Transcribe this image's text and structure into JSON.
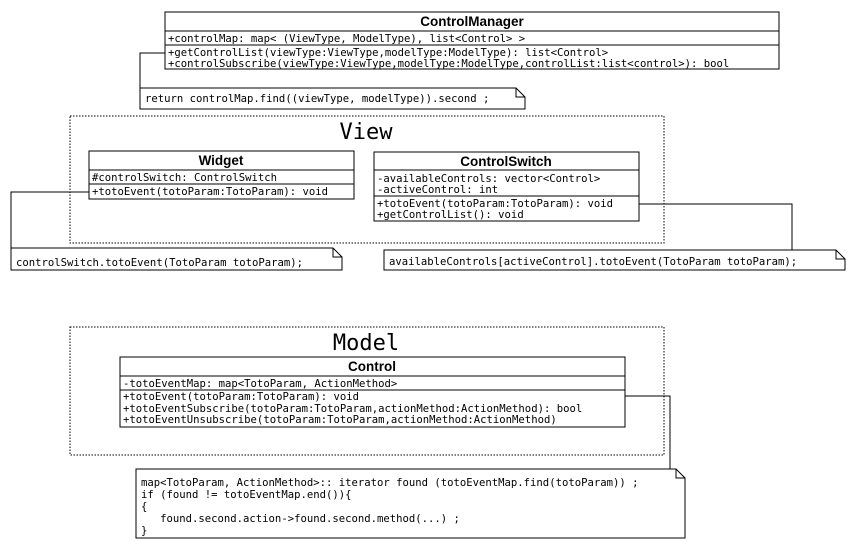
{
  "packages": {
    "view": "View",
    "model": "Model"
  },
  "classes": {
    "control_manager": {
      "name": "ControlManager",
      "attributes": [
        "+controlMap: map< (ViewType, ModelType), list<Control> >"
      ],
      "operations": [
        "+getControlList(viewType:ViewType,modelType:ModelType): list<Control>",
        "+controlSubscribe(viewType:ViewType,modelType:ModelType,controlList:list<control>): bool"
      ]
    },
    "widget": {
      "name": "Widget",
      "attributes": [
        "#controlSwitch: ControlSwitch"
      ],
      "operations": [
        "+totoEvent(totoParam:TotoParam): void"
      ]
    },
    "control_switch": {
      "name": "ControlSwitch",
      "attributes": [
        "-availableControls: vector<Control>",
        "-activeControl: int"
      ],
      "operations": [
        "+totoEvent(totoParam:TotoParam): void",
        "+getControlList(): void"
      ]
    },
    "control": {
      "name": "Control",
      "attributes": [
        "-totoEventMap: map<TotoParam, ActionMethod>"
      ],
      "operations": [
        "+totoEvent(totoParam:TotoParam): void",
        "+totoEventSubscribe(totoParam:TotoParam,actionMethod:ActionMethod): bool",
        "+totoEventUnsubscribe(totoParam:TotoParam,actionMethod:ActionMethod)"
      ]
    }
  },
  "notes": {
    "control_manager_note": [
      "return controlMap.find((viewType, modelType)).second ;"
    ],
    "widget_note": [
      "controlSwitch.totoEvent(TotoParam totoParam);"
    ],
    "control_switch_note": [
      "availableControls[activeControl].totoEvent(TotoParam totoParam);"
    ],
    "control_note": [
      "map<TotoParam, ActionMethod>:: iterator found (totoEventMap.find(totoParam)) ;",
      "if (found != totoEventMap.end()){",
      "{",
      "   found.second.action->found.second.method(...) ;",
      "}"
    ]
  }
}
